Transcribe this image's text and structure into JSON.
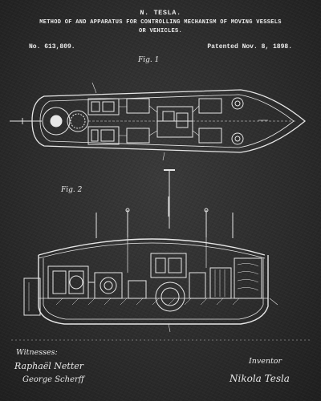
{
  "header": {
    "inventor_name": "N. TESLA.",
    "title_line1": "METHOD OF AND APPARATUS FOR CONTROLLING MECHANISM OF MOVING VESSELS",
    "title_line2": "OR VEHICLES.",
    "patent_number": "No. 613,809.",
    "patent_date": "Patented Nov. 8, 1898."
  },
  "figures": {
    "fig1_label": "Fig. 1",
    "fig2_label": "Fig. 2"
  },
  "footer": {
    "witnesses_label": "Witnesses:",
    "witness1": "Raphaël Netter",
    "witness2": "George Scherff",
    "inventor_label": "Inventor",
    "inventor_signature": "Nikola Tesla"
  },
  "colors": {
    "background": "#2c2c2c",
    "ink": "#ececec"
  }
}
